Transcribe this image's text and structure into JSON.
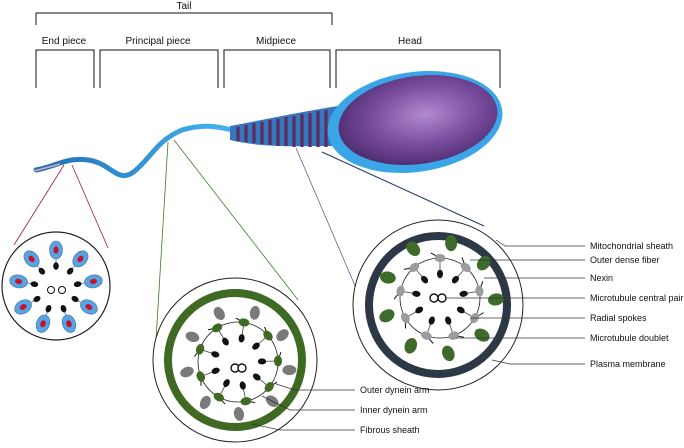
{
  "tail_label": "Tail",
  "sections": {
    "end_piece": "End piece",
    "principal_piece": "Principal piece",
    "midpiece": "Midpiece",
    "head": "Head"
  },
  "midpiece_labels": {
    "mitochondrial_sheath": "Mitochondrial sheath",
    "outer_dense_fiber": "Outer dense fiber",
    "nexin": "Nexin",
    "microtubule_central_pair": "Microtubule central pair",
    "radial_spokes": "Radial spokes",
    "microtubule_doublet": "Microtubule doublet",
    "plasma_membrane": "Plasma membrane"
  },
  "principal_labels": {
    "outer_dynein_arm": "Outer dynein arm",
    "inner_dynein_arm": "Inner dynein arm",
    "fibrous_sheath": "Fibrous sheath"
  },
  "colors": {
    "head": "#7a4d9e",
    "tail": "#2f8fd8",
    "mitochondria": "#3e6b2a",
    "sheath_dark": "#2c3845",
    "fibrous": "#3f6a24",
    "end_blue": "#5aa3df",
    "end_red": "#c0142a"
  }
}
